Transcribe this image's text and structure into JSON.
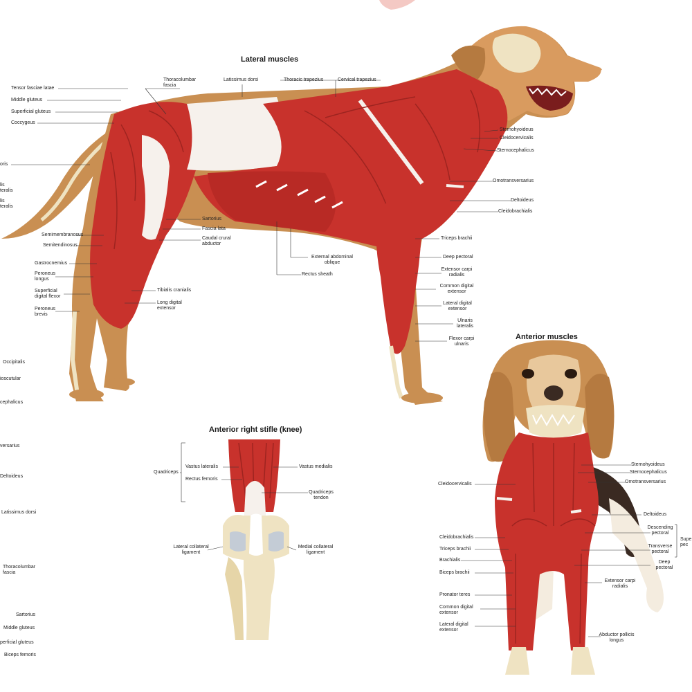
{
  "titles": {
    "lateral": "Lateral muscles",
    "anterior": "Anterior muscles",
    "stifle": "Anterior right stifle (knee)"
  },
  "lateral_labels": {
    "tensor_fasciae_latae": "Tensor fasciae latae",
    "middle_gluteus": "Middle gluteus",
    "superficial_gluteus": "Superficial gluteus",
    "coccygeus": "Coccygeus",
    "thoracolumbar_fascia": "Thoracolumbar fascia",
    "latissimus_dorsi": "Latissimus dorsi",
    "thoracic_trapezius": "Thoracic trapezius",
    "cervical_trapezius": "Cervical trapezius",
    "sternohyoideus": "Sternohyoideus",
    "cleidocervicalis": "Cleidocervicalis",
    "sternocephalicus": "Sternocephalicus",
    "omotransversarius": "Omotransversarius",
    "deltoideus": "Deltoideus",
    "cleidobrachialis": "Cleidobrachialis",
    "triceps_brachii": "Triceps brachii",
    "deep_pectoral": "Deep pectoral",
    "extensor_carpi_radialis": "Extensor carpi radialis",
    "common_digital_extensor": "Common digital extensor",
    "lateral_digital_extensor": "Lateral digital extensor",
    "ulnaris_lateralis": "Ulnaris lateralis",
    "flexor_carpi_ulnaris": "Flexor carpi ulnaris",
    "sartorius": "Sartorius",
    "fascia_lata": "Fascia lata",
    "caudal_crural_abductor": "Caudal crural abductor",
    "external_abdominal_oblique": "External abdominal oblique",
    "rectus_sheath": "Rectus sheath",
    "semimembranosus": "Semimembranosus",
    "semitendinosus": "Semitendinosus",
    "gastrocnemius": "Gastrocnemius",
    "peroneus_longus": "Peroneus longus",
    "superficial_digital_flexor": "Superficial digital flexor",
    "peroneus_brevis": "Peroneus brevis",
    "tibialis_cranialis": "Tibialis cranialis",
    "long_digital_extensor": "Long digital extensor",
    "cut_1": "oris",
    "cut_2a": "lis",
    "cut_2b": "teralis",
    "cut_3a": "lis",
    "cut_3b": "teralis"
  },
  "left_partial_labels": [
    "Occipitalis",
    "ioscutular",
    "cephalicus",
    "versarius",
    "Deltoideus",
    "Latissimus dorsi",
    "Thoracolumbar fascia",
    "Sartorius",
    "Middle gluteus",
    "perficial gluteus",
    "Biceps femoris"
  ],
  "stifle_labels": {
    "quadriceps": "Quadriceps",
    "vastus_lateralis": "Vastus lateralis",
    "rectus_femoris": "Rectus femoris",
    "vastus_medialis": "Vastus medialis",
    "quadriceps_tendon": "Quadriceps tendon",
    "lateral_collateral_ligament": "Lateral collateral ligament",
    "medial_collateral_ligament": "Medial collateral ligament"
  },
  "anterior_labels": {
    "sternohyoideus": "Sternohyoideus",
    "sternocephalicus": "Sternocephalicus",
    "omotransversarius": "Omotransversarius",
    "cleidocervicalis": "Cleidocervicalis",
    "deltoideus": "Deltoideus",
    "descending_pectoral": "Descending pectoral",
    "transverse_pectoral": "Transverse pectoral",
    "deep_pectoral": "Deep pectoral",
    "superficial_pectoral_cut": "Supe pec",
    "cleidobrachialis": "Cleidobrachialis",
    "triceps_brachii": "Triceps brachii",
    "brachialis": "Brachialis",
    "biceps_brachii": "Biceps brachii",
    "extensor_carpi_radialis": "Extensor carpi radialis",
    "pronator_teres": "Pronator teres",
    "common_digital_extensor": "Common digital extensor",
    "lateral_digital_extensor": "Lateral digital extensor",
    "abductor_pollicis_longus": "Abductor pollicis longus"
  },
  "colors": {
    "muscle": "#c8322c",
    "muscle_dark": "#9e2420",
    "muscle_light": "#dd5a4f",
    "fur": "#c98f52",
    "fur_light": "#e2b07a",
    "bone": "#efe3c2",
    "fascia": "#f6f1ec",
    "line": "#333333"
  }
}
